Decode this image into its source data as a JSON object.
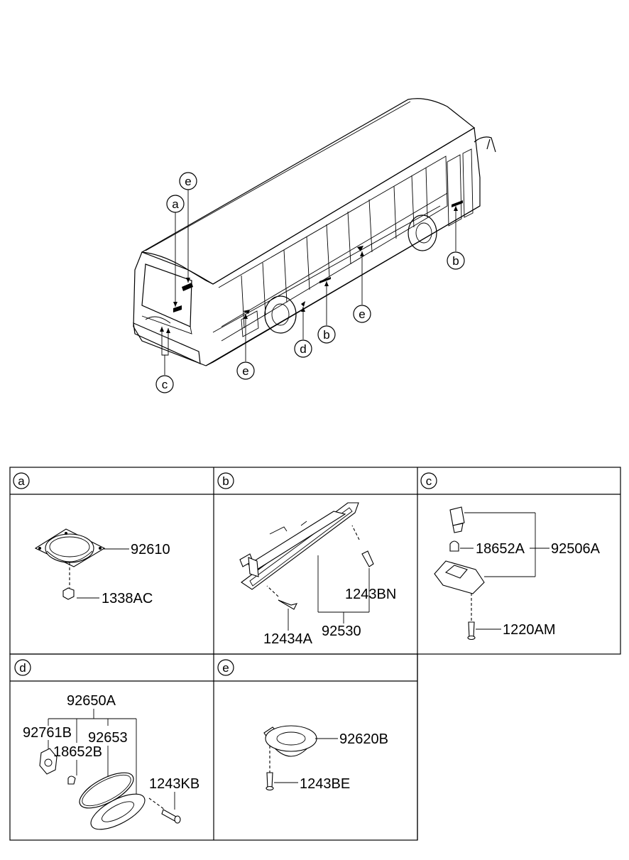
{
  "overview": {
    "callouts": [
      "e",
      "a",
      "b",
      "c",
      "e",
      "d",
      "b",
      "e"
    ]
  },
  "panels": [
    {
      "key": "a",
      "parts": [
        "92610",
        "1338AC"
      ]
    },
    {
      "key": "b",
      "parts": [
        "1243BN",
        "12434A",
        "92530"
      ]
    },
    {
      "key": "c",
      "parts": [
        "18652A",
        "92506A",
        "1220AM"
      ]
    },
    {
      "key": "d",
      "parts": [
        "92650A",
        "92761B",
        "92653",
        "18652B",
        "1243KB"
      ]
    },
    {
      "key": "e",
      "parts": [
        "92620B",
        "1243BE"
      ]
    }
  ]
}
